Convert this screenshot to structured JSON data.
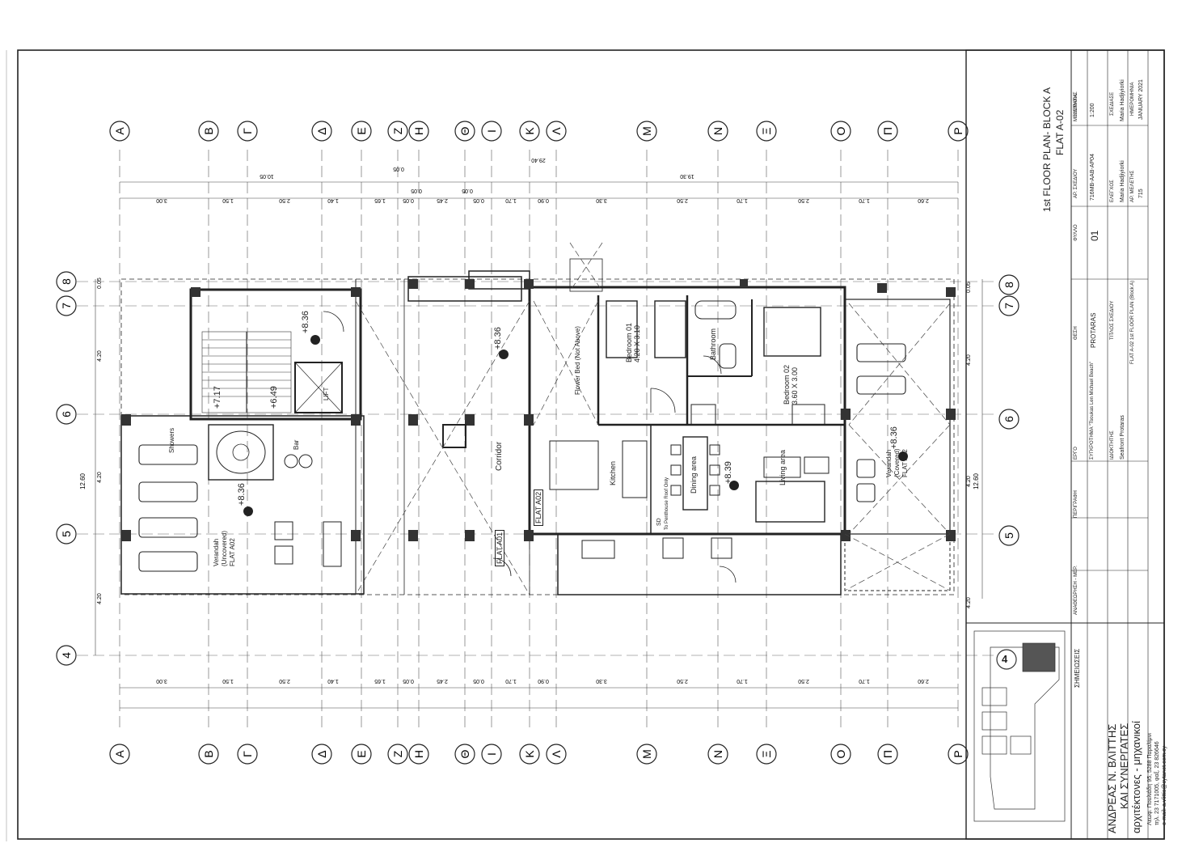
{
  "grid": {
    "columns": [
      "A",
      "B",
      "Γ",
      "Δ",
      "E",
      "Z",
      "H",
      "Θ",
      "I",
      "K",
      "Λ",
      "M",
      "N",
      "Ξ",
      "O",
      "Π",
      "P"
    ],
    "rows": [
      "7",
      "8",
      "6",
      "5",
      "4"
    ]
  },
  "dimensions": {
    "top_segments": [
      "3.00",
      "1.50",
      "2.50",
      "1.40",
      "1.65",
      "0.05",
      "2.45",
      "0.05",
      "1.70",
      "0.90",
      "3.30",
      "2.50",
      "1.70",
      "2.50",
      "1.70",
      "2.60"
    ],
    "top_totals": [
      "10.05",
      "0.05",
      "19.30",
      "29.40",
      "0.05",
      "0.05"
    ],
    "side_segments": [
      "0.05",
      "4.20",
      "4.20",
      "4.20"
    ],
    "side_total": "12.60"
  },
  "rooms": {
    "bedroom1": {
      "name": "Bedroom 01",
      "size": "4.20 X 3.10"
    },
    "bedroom2": {
      "name": "Bedroom 02",
      "size": "3.60 X 3.00"
    },
    "bathroom": "Bathroom",
    "kitchen": "Kitchen",
    "dining": "Dining area",
    "living": "Living area",
    "corridor": "Corridor",
    "flowerbed": {
      "name": "Flower Bed",
      "note": "(Not Above)"
    },
    "lift": "LIFT",
    "showers": "Showers",
    "bar": "Bar",
    "veranda_uncovered": {
      "name": "Verandah",
      "note": "(Uncovered)",
      "flat": "FLAT A02"
    },
    "veranda_covered": {
      "name": "Verandah",
      "note": "(Covered)",
      "flat": "FLAT A02"
    },
    "flat_a02": "FLAT A02",
    "flat_a01": "FLAT A01",
    "sd_label": "SD",
    "roof_note": "To Penthouse Roof Only"
  },
  "levels": [
    "+8.36",
    "+8.36",
    "+8.36",
    "+8.36",
    "+8.39",
    "+7.17",
    "+6.49"
  ],
  "title_block": {
    "drawing_title": "1st FLOOR PLAN- BLOCK A",
    "drawing_subtitle": "FLAT A-02",
    "scale_label": "ΚΛΙΜΑΚΑ",
    "scale": "1:200",
    "drawing_no_label": "ΑΡ. ΣΧΕΔΙΟΥ",
    "drawing_no": "716MB-AAB-AP04",
    "sheet_label": "ΦΥΛΛΟ",
    "sheet": "01",
    "designer_label": "ΜΕΛΕΤΗΤΗΣ",
    "drawn_label": "ΣΧΕΔΙΑΣΕ",
    "drawn_by": "Maria Hadjiyiorki",
    "checked_label": "ΕΛΕΓΧΟΣ",
    "checked_by": "Maria Hadjiyiorki",
    "date_label": "ΗΜΕΡΟΜΗΝΙΑ",
    "date": "JANUARY 2021",
    "project_no_label": "ΑΡ. ΜΕΛΕΤΗΣ",
    "project_no": "715",
    "location_label": "ΘΕΣΗ",
    "location": "PROTARAS",
    "drawing_title_label": "ΤΙΤΛΟΣ ΣΧΕΔΙΟΥ",
    "drawing_title_value": "FLAT A-02 1st FLOOR PLAN (Block A)",
    "project_label": "ΕΡΓΟ",
    "project": "ΣΥΓΚΡΟΤΗΜΑ \"Tsoukas Len Michael Beach\"",
    "client_label": "ΙΔΙΟΚΤΗΤΗΣ",
    "client": "Seafront Protaras",
    "revision_label": "ΑΝΑΘΕΩΡΗΣΗ - ΜΕΡ.",
    "description_label": "ΠΕΡΙΓΡΑΦΗ",
    "notes_label": "ΣΗΜΕΙΩΣΕΙΣ",
    "firm_line1": "ΑΝΔΡΕΑΣ Ν. ΒΛΙΤΤΗΣ",
    "firm_line2": "ΚΑΙ ΣΥΝΕΡΓΑΤΕΣ",
    "firm_line3": "αρχιτέκτονες - μηχανικοί",
    "firm_address": "Λεωφ. Πουλιάδη 95, 5288 Παραλίμνι",
    "firm_phone": "τηλ. 23 7171005, φαξ. 23 826646",
    "firm_email": "e-mail: a.vlittis@cytanet.com.cy",
    "keyplan_marker": "4"
  },
  "colors": {
    "ink": "#222222",
    "paper": "#ffffff",
    "hatch": "#555555"
  }
}
